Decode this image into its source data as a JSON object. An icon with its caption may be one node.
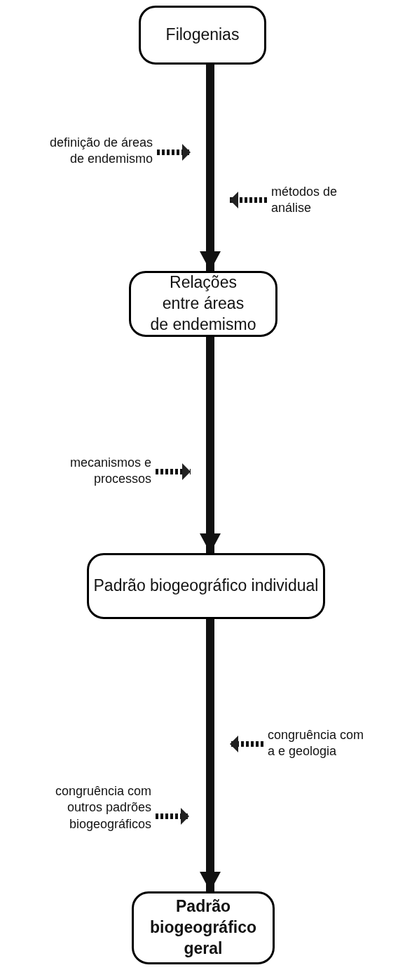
{
  "diagram": {
    "nodes": [
      {
        "text": [
          "Filogenias"
        ]
      },
      {
        "text": [
          "Relações entre áreas de endemismo"
        ]
      },
      {
        "text": [
          "Padrão biogeográfico individual"
        ]
      },
      {
        "text": [
          "Padrão biogeográfico geral"
        ]
      },
      {
        "text": [
          "definição de áreas de endemismo"
        ]
      },
      {
        "text": [
          "métodos de análise"
        ]
      },
      {
        "text": [
          "mecanismos e processos"
        ]
      },
      {
        "text": [
          "congruência com a e geologia"
        ]
      },
      {
        "text": [
          "congruência com outros padrões biogeográficos"
        ]
      }
    ],
    "edges": [
      {
        "from": 0,
        "to": 1,
        "arrow": "to"
      },
      {
        "from": 1,
        "to": 2,
        "arrow": "to"
      },
      {
        "from": 2,
        "to": 3,
        "arrow": "to"
      },
      {
        "from": 4,
        "to": null,
        "arrow": "to",
        "style": "dashed"
      },
      {
        "from": 5,
        "to": null,
        "arrow": "to",
        "style": "dashed"
      },
      {
        "from": 6,
        "to": null,
        "arrow": "to",
        "style": "dashed"
      },
      {
        "from": 7,
        "to": null,
        "arrow": "to",
        "style": "dashed"
      },
      {
        "from": 8,
        "to": null,
        "arrow": "to",
        "style": "dashed"
      }
    ]
  }
}
